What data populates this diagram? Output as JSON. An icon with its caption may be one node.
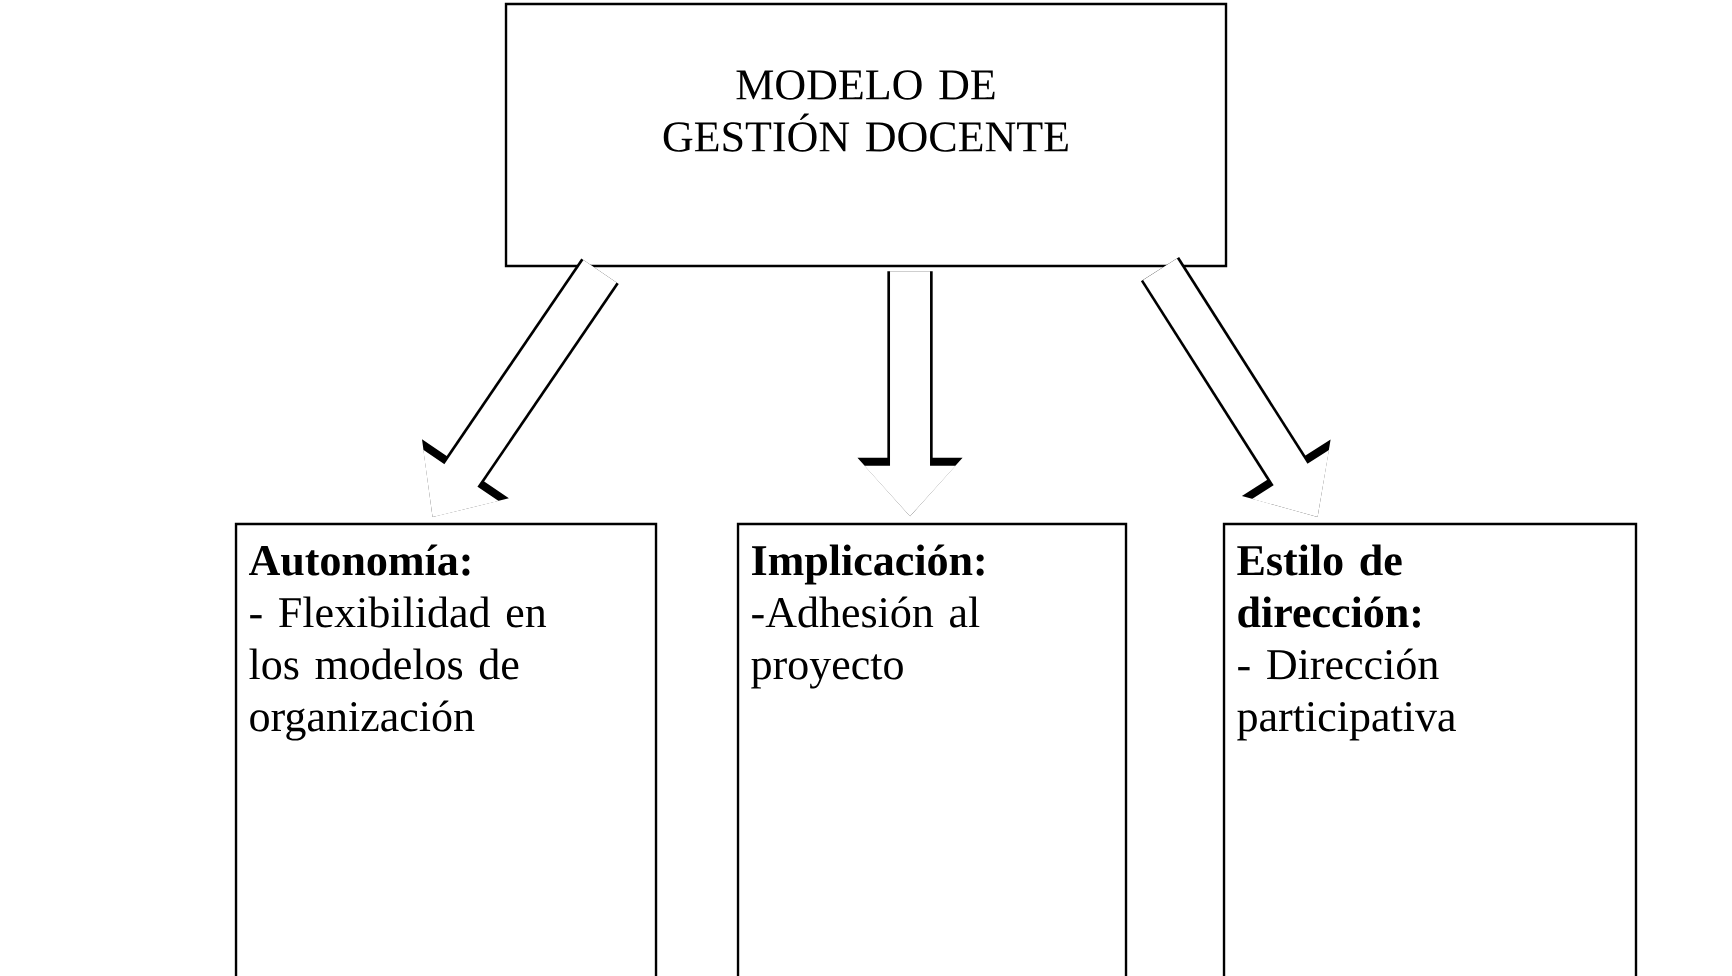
{
  "diagram": {
    "nodes": [
      {
        "text": [
          "MODELO DE GESTIÓN DOCENTE"
        ]
      },
      {
        "text": [
          "Autonomía:",
          "- Flexibilidad en los modelos de organización"
        ]
      },
      {
        "text": [
          "Implicación:",
          "-Adhesión al proyecto"
        ]
      },
      {
        "text": [
          "Estilo de dirección:",
          "- Dirección participativa"
        ]
      }
    ],
    "edges": [
      {
        "from": 0,
        "to": 1,
        "arrow": "to"
      },
      {
        "from": 0,
        "to": 2,
        "arrow": "to"
      },
      {
        "from": 0,
        "to": 3,
        "arrow": "to"
      }
    ]
  }
}
